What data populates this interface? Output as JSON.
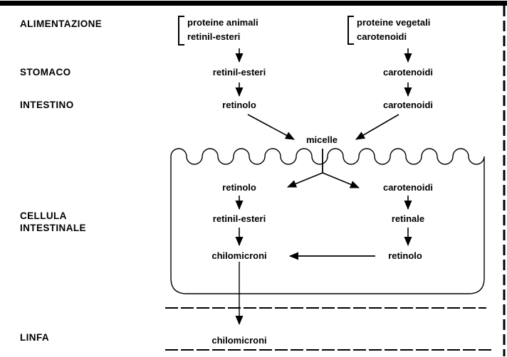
{
  "figure": {
    "title_semantic": "Assorbimento vitamina A e carotenoidi",
    "row_labels": {
      "alimentazione": "ALIMENTAZIONE",
      "stomaco": "STOMACO",
      "intestino": "INTESTINO",
      "cellula_line1": "CELLULA",
      "cellula_line2": "INTESTINALE",
      "linfa": "LINFA"
    },
    "animal_pathway": {
      "source_line1": "proteine animali",
      "source_line2": "retinil-esteri",
      "stomach_node": "retinil-esteri",
      "intestine_node": "retinolo"
    },
    "vegetal_pathway": {
      "source_line1": "proteine vegetali",
      "source_line2": "carotenoidi",
      "stomach_node": "carotenoidi",
      "intestine_node": "carotenoidi"
    },
    "micelle_node": "micelle",
    "cell": {
      "left_chain": [
        "retinolo",
        "retinil-esteri",
        "chilomicroni"
      ],
      "right_chain": [
        "carotenoidi",
        "retinale",
        "retinolo"
      ]
    },
    "lymph_node": "chilomicroni",
    "colors": {
      "ink": "#000000",
      "paper": "#ffffff"
    }
  }
}
